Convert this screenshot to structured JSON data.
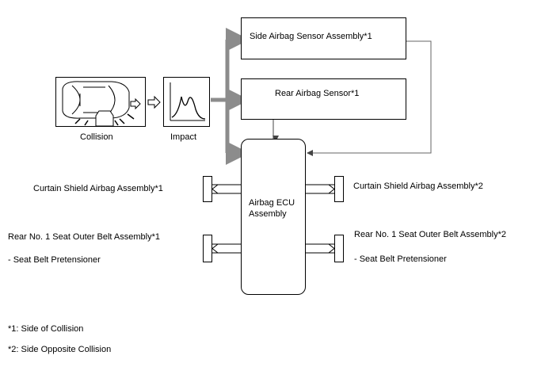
{
  "sensors": {
    "side": "Side Airbag Sensor Assembly*1",
    "rear": "Rear Airbag Sensor*1"
  },
  "inputs": {
    "collision": "Collision",
    "impact": "Impact"
  },
  "ecu": {
    "line1": "Airbag ECU",
    "line2": "Assembly"
  },
  "outputs": {
    "curtain_left": "Curtain Shield Airbag Assembly*1",
    "curtain_right": "Curtain Shield Airbag Assembly*2",
    "belt_left": "Rear No. 1 Seat Outer Belt Assembly*1",
    "belt_left_sub": "- Seat Belt Pretensioner",
    "belt_right": "Rear No. 1 Seat Outer Belt Assembly*2",
    "belt_right_sub": "- Seat Belt Pretensioner"
  },
  "notes": {
    "note1": "*1: Side of Collision",
    "note2": "*2: Side Opposite Collision"
  },
  "colors": {
    "thick_arrow": "#8c8c8c",
    "line": "#000000",
    "thin_line": "#666666"
  }
}
